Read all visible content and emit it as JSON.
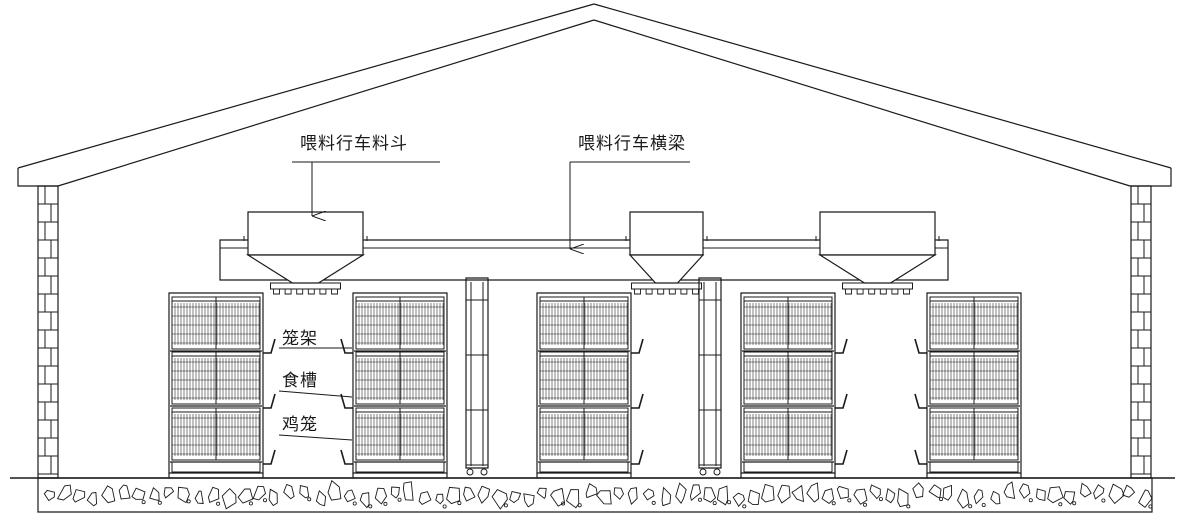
{
  "labels": {
    "feeder_hopper": "喂料行车料斗",
    "feeder_beam": "喂料行车横梁",
    "cage_frame": "笼架",
    "feed_trough": "食槽",
    "chicken_cage": "鸡笼"
  },
  "colors": {
    "line": "#1a1a1a",
    "background": "#ffffff"
  }
}
